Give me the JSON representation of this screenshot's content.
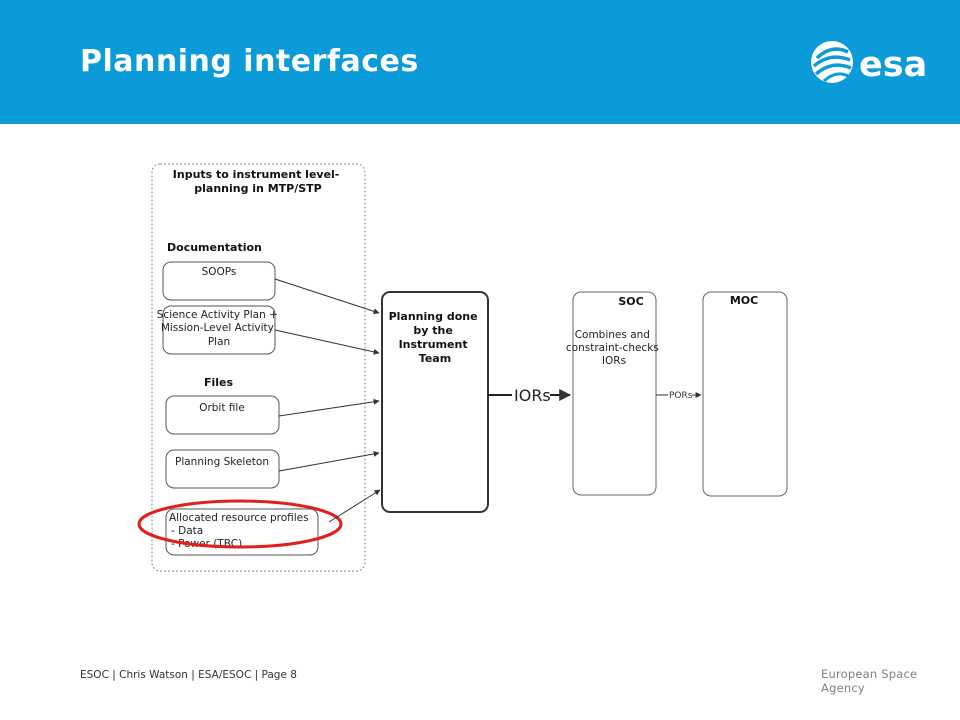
{
  "header": {
    "title": "Planning interfaces",
    "logo_text": "esa",
    "brand_color": "#0a9bd8"
  },
  "diagram": {
    "inputs_group_title": [
      "Inputs to instrument level-",
      "planning in MTP/STP"
    ],
    "documentation_heading": "Documentation",
    "files_heading": "Files",
    "soops_label": "SOOPs",
    "science_plan_label": [
      "Science Activity Plan +",
      "Mission-Level Activity",
      "Plan"
    ],
    "orbit_file_label": "Orbit file",
    "planning_skeleton_label": "Planning Skeleton",
    "allocated_profiles_label": [
      "Allocated resource profiles",
      "- Data",
      "- Power (TBC)"
    ],
    "planning_box_label": [
      "Planning done",
      "by the",
      "Instrument",
      "Team"
    ],
    "iors_arrow_label": "IORs",
    "soc_title": "SOC",
    "soc_description": [
      "Combines and",
      "constraint-checks",
      "IORs"
    ],
    "pors_arrow_label": "PORs",
    "moc_title": "MOC",
    "highlight_color": "#e0201b"
  },
  "footer": {
    "credit": "ESOC | Chris Watson | ESA/ESOC | Page 8",
    "agency": "European Space Agency"
  }
}
